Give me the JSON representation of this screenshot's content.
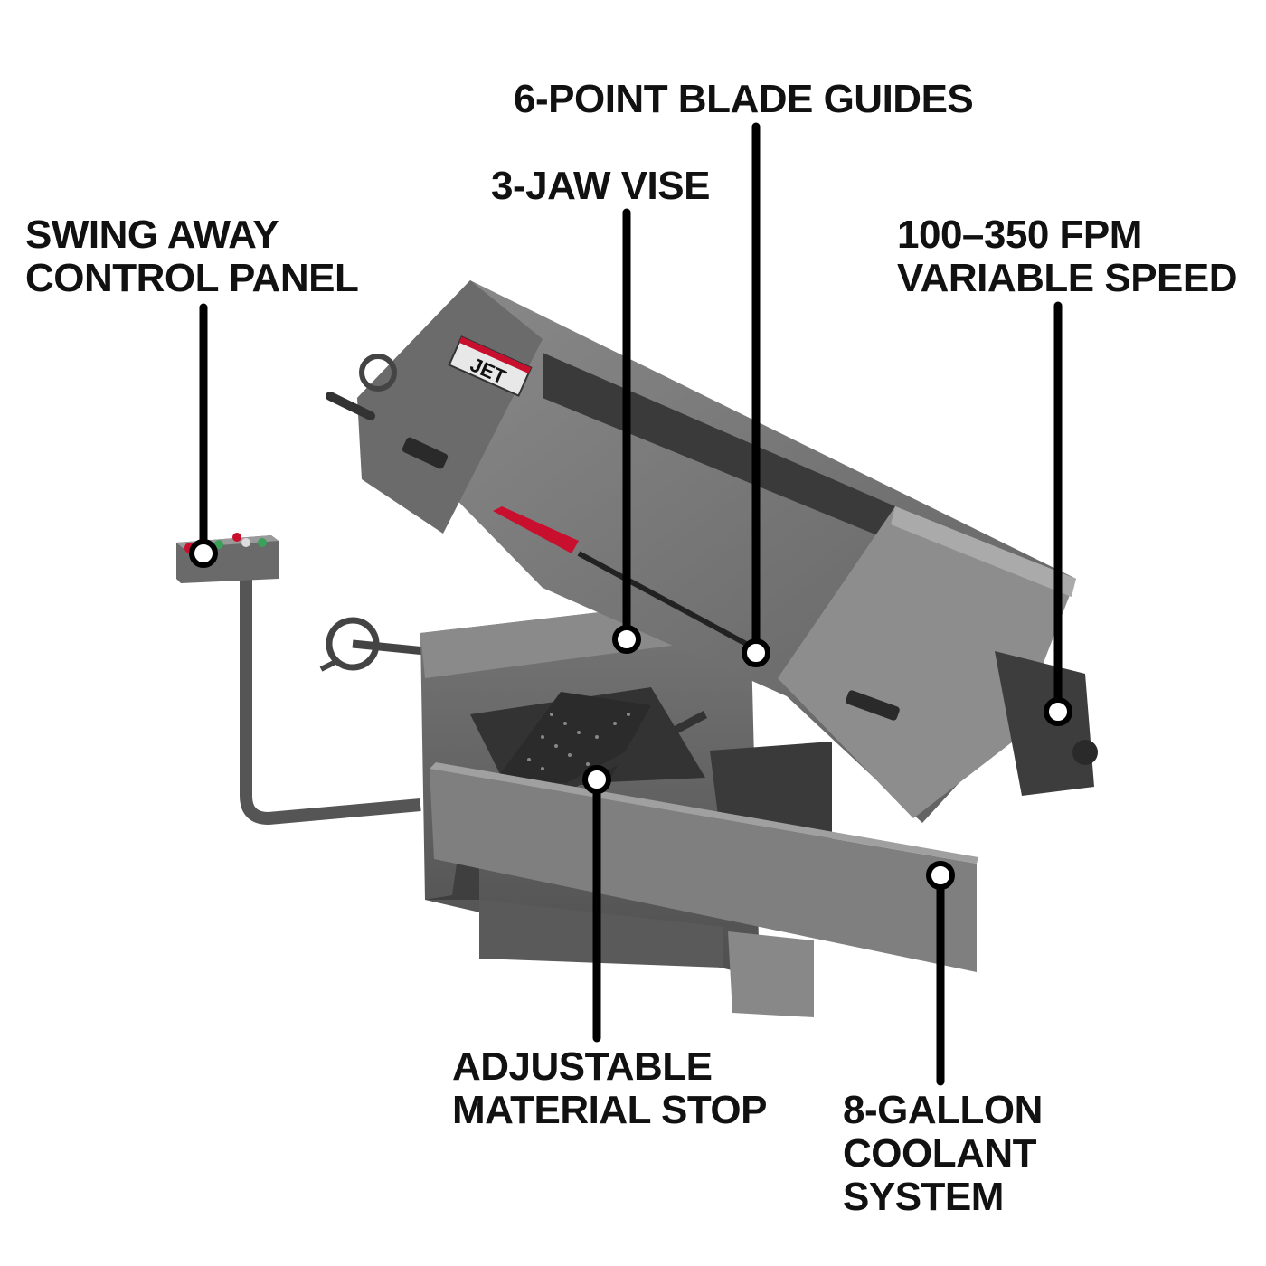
{
  "brand": {
    "logo_text": "JET",
    "logo_color": "#c8102e",
    "accent_red": "#c8102e",
    "machine_gray": "#7a7a7a"
  },
  "callouts": {
    "blade_guides": {
      "lines": [
        "6-POINT BLADE GUIDES"
      ]
    },
    "vise": {
      "lines": [
        "3-JAW VISE"
      ]
    },
    "control_panel": {
      "lines": [
        "SWING AWAY",
        "CONTROL PANEL"
      ]
    },
    "variable_speed": {
      "lines": [
        "100–350 FPM",
        "VARIABLE SPEED"
      ]
    },
    "material_stop": {
      "lines": [
        "ADJUSTABLE",
        "MATERIAL STOP"
      ]
    },
    "coolant": {
      "lines": [
        "8-GALLON",
        "COOLANT",
        "SYSTEM"
      ]
    }
  }
}
